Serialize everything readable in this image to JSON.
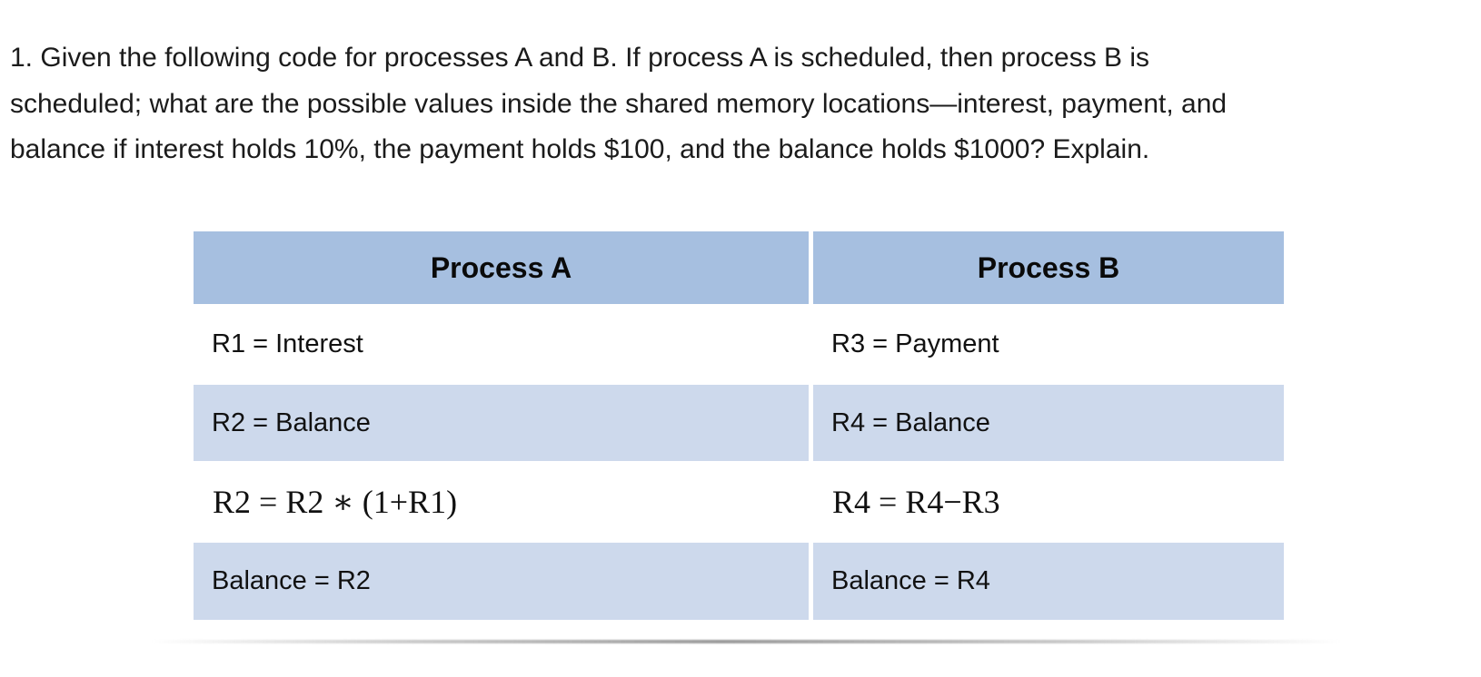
{
  "question": {
    "lines": [
      "1. Given the following code for processes A and B. If process A is scheduled, then process B is",
      "scheduled; what are the possible values inside the shared memory locations—interest, payment, and",
      "balance if interest holds 10%, the payment holds $100, and the balance holds $1000? Explain."
    ]
  },
  "table": {
    "headers": [
      "Process A",
      "Process B"
    ],
    "rows": [
      {
        "process_a": "R1 = Interest",
        "process_b": "R3 = Payment"
      },
      {
        "process_a": "R2 = Balance",
        "process_b": "R4 = Balance"
      },
      {
        "process_a": "R2 = R2 ∗ (1+R1)",
        "process_b": "R4 = R4−R3"
      },
      {
        "process_a": "Balance = R2",
        "process_b": "Balance = R4"
      }
    ]
  },
  "colors": {
    "header_row_blue": "#a6bfe0",
    "body_row_blue": "#cdd9ec",
    "text": "#1b1b1b"
  }
}
